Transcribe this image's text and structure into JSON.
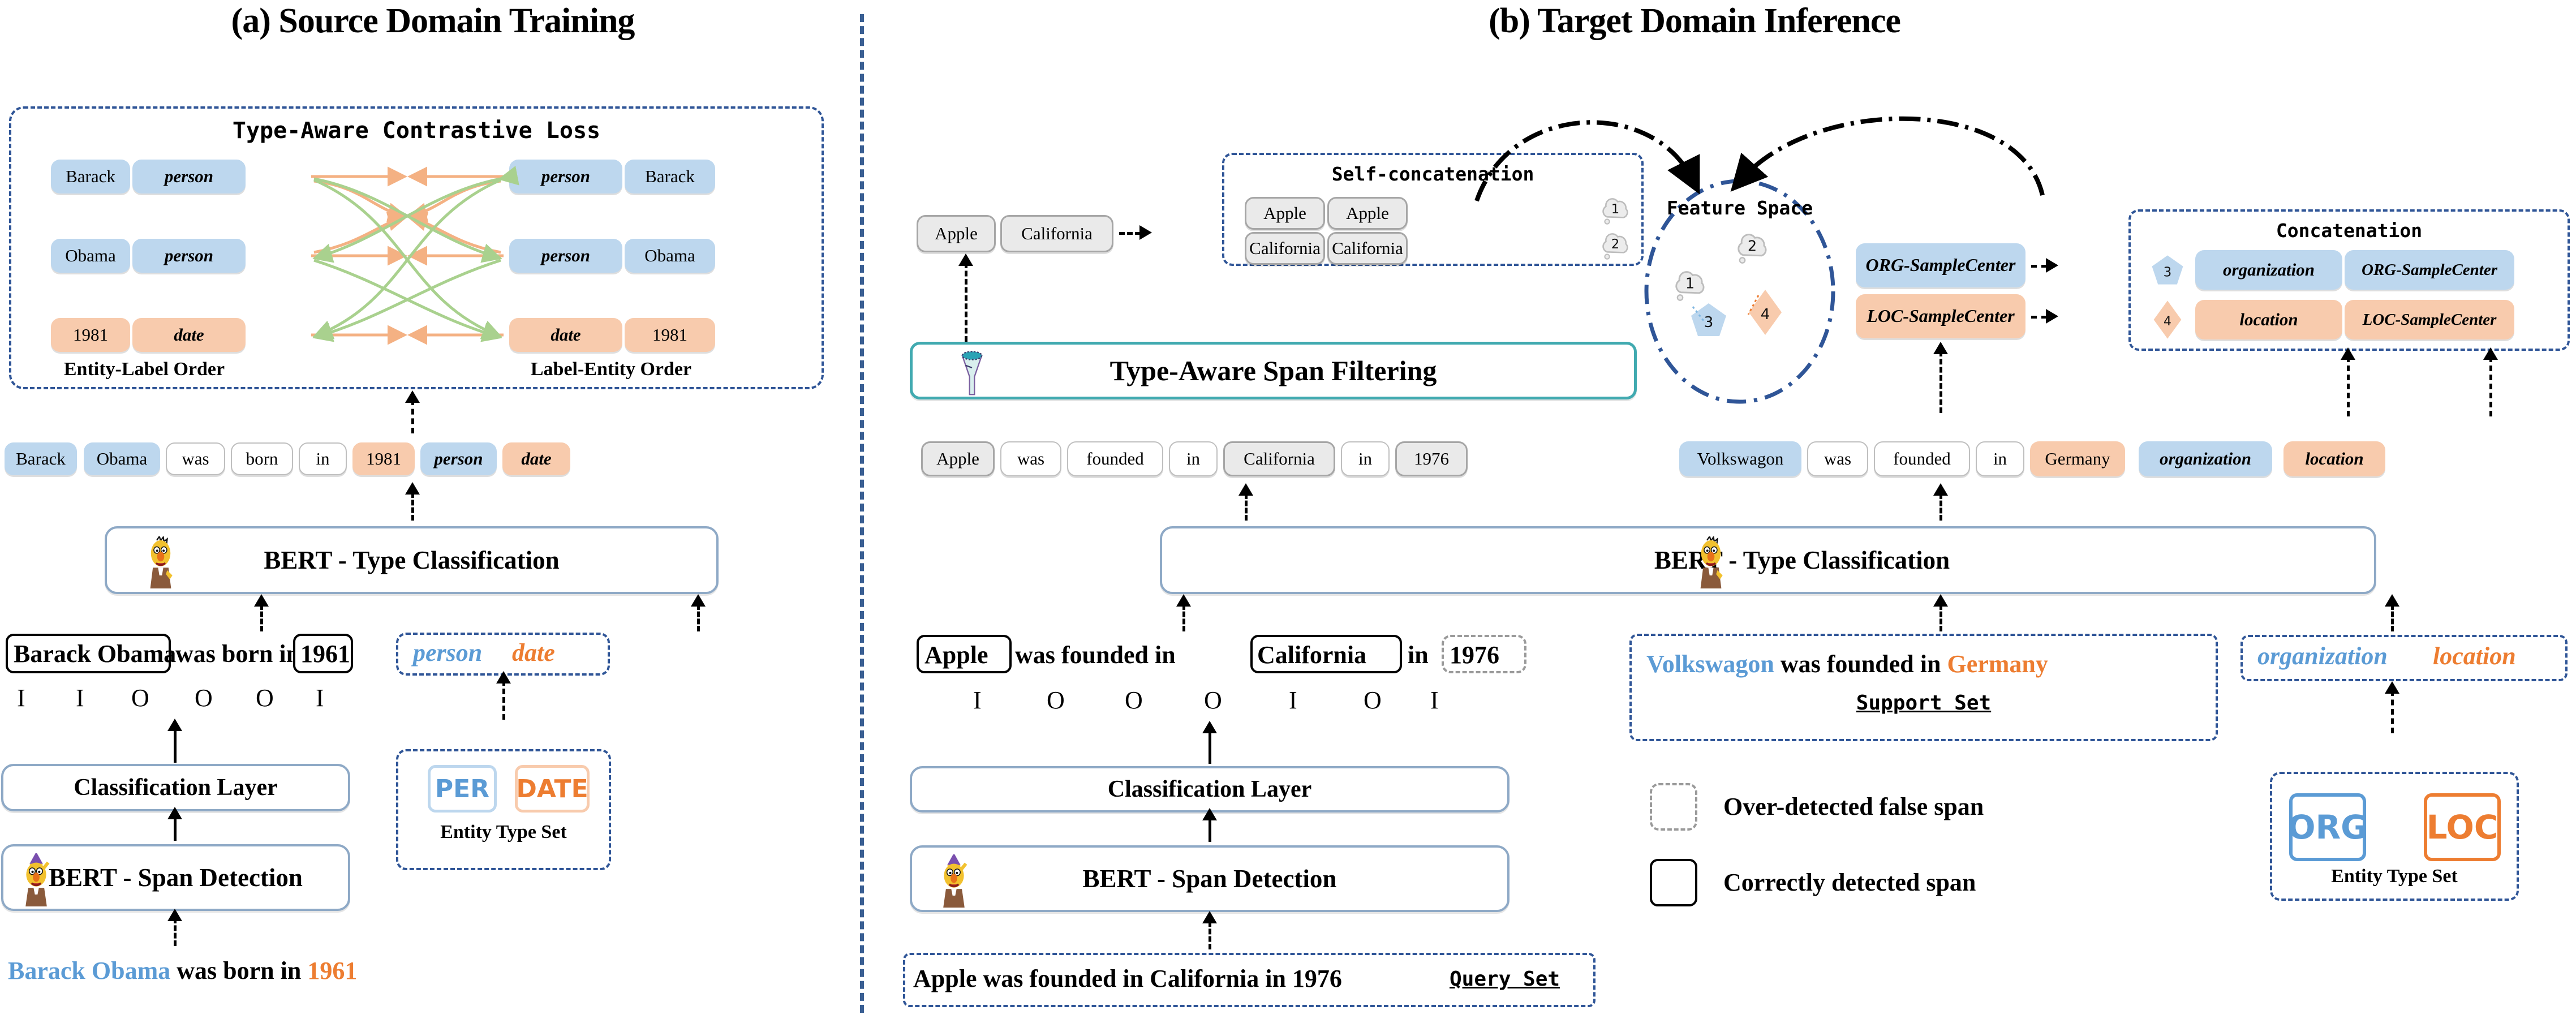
{
  "panels": {
    "a": {
      "title": "(a) Source Domain Training"
    },
    "b": {
      "title": "(b) Target Domain Inference"
    }
  },
  "contrastive": {
    "title": "Type-Aware Contrastive Loss",
    "left_caption": "Entity-Label Order",
    "right_caption": "Label-Entity Order",
    "left_rows": [
      {
        "entity": "Barack",
        "label": "person",
        "color": "#bdd7ee"
      },
      {
        "entity": "Obama",
        "label": "person",
        "color": "#bdd7ee"
      },
      {
        "entity": "1981",
        "label": "date",
        "color": "#f8cbad"
      }
    ],
    "right_rows": [
      {
        "label": "person",
        "entity": "Barack",
        "color": "#bdd7ee"
      },
      {
        "label": "person",
        "entity": "Obama",
        "color": "#bdd7ee"
      },
      {
        "label": "date",
        "entity": "1981",
        "color": "#f8cbad"
      }
    ],
    "positive_arrow_color": "#a9d18e",
    "negative_arrow_color": "#f4b183"
  },
  "source": {
    "token_row": [
      {
        "text": "Barack",
        "style": "blue"
      },
      {
        "text": "Obama",
        "style": "blue"
      },
      {
        "text": "was",
        "style": "white"
      },
      {
        "text": "born",
        "style": "white"
      },
      {
        "text": "in",
        "style": "white"
      },
      {
        "text": "1981",
        "style": "peach"
      },
      {
        "text": "person",
        "style": "blue",
        "italic": true
      },
      {
        "text": "date",
        "style": "peach",
        "italic": true
      }
    ],
    "type_classifier_label": "BERT - Type Classification",
    "span_detector_label": "BERT - Span Detection",
    "classification_layer_label": "Classification Layer",
    "detected_sentence": {
      "span1": "Barack Obama",
      "mid": "was born in",
      "span2": "1961"
    },
    "bio_tags": [
      "I",
      "I",
      "O",
      "O",
      "O",
      "I"
    ],
    "label_box": {
      "person": "person",
      "date": "date",
      "person_color": "#5b9bd5",
      "date_color": "#ed7d31"
    },
    "entity_type_set": {
      "caption": "Entity Type Set",
      "chips": [
        "PER",
        "DATE"
      ]
    },
    "input_sentence": {
      "entity": "Barack Obama",
      "mid": "was born in",
      "date": "1961"
    }
  },
  "target": {
    "filtered_spans": [
      "Apple",
      "California"
    ],
    "self_concat": {
      "title": "Self-concatenation",
      "rows": [
        {
          "left": "Apple",
          "right": "Apple",
          "index": "1"
        },
        {
          "left": "California",
          "right": "California",
          "index": "2"
        }
      ]
    },
    "span_filter_label": "Type-Aware Span Filtering",
    "feature_space": {
      "title": "Feature Space",
      "points": [
        {
          "id": "1",
          "shape": "cloud",
          "color": "#e7e7e7"
        },
        {
          "id": "2",
          "shape": "cloud",
          "color": "#e7e7e7"
        },
        {
          "id": "3",
          "shape": "pentagon",
          "color": "#bdd7ee"
        },
        {
          "id": "4",
          "shape": "diamond",
          "color": "#f8cbad"
        }
      ]
    },
    "sample_centers": [
      {
        "text": "ORG-SampleCenter",
        "color": "#bdd7ee"
      },
      {
        "text": "LOC-SampleCenter",
        "color": "#f8cbad"
      }
    ],
    "concatenation": {
      "title": "Concatenation",
      "rows": [
        {
          "index": "3",
          "shape": "pentagon",
          "label": "organization",
          "center": "ORG-SampleCenter",
          "color": "#bdd7ee"
        },
        {
          "index": "4",
          "shape": "diamond",
          "label": "location",
          "center": "LOC-SampleCenter",
          "color": "#f8cbad"
        }
      ]
    },
    "query_token_row": [
      {
        "text": "Apple",
        "style": "gray"
      },
      {
        "text": "was",
        "style": "white"
      },
      {
        "text": "founded",
        "style": "white"
      },
      {
        "text": "in",
        "style": "white"
      },
      {
        "text": "California",
        "style": "gray"
      },
      {
        "text": "in",
        "style": "white"
      },
      {
        "text": "1976",
        "style": "gray"
      }
    ],
    "support_token_row": [
      {
        "text": "Volkswagon",
        "style": "blue"
      },
      {
        "text": "was",
        "style": "white"
      },
      {
        "text": "founded",
        "style": "white"
      },
      {
        "text": "in",
        "style": "white"
      },
      {
        "text": "Germany",
        "style": "peach"
      },
      {
        "text": "organization",
        "style": "blue",
        "italic": true
      },
      {
        "text": "location",
        "style": "peach",
        "italic": true
      }
    ],
    "type_classifier_label": "BERT - Type Classification",
    "span_detector_label": "BERT - Span Detection",
    "classification_layer_label": "Classification Layer",
    "detected_sentence": {
      "span1": "Apple",
      "mid1": "was founded in",
      "span2": "California",
      "mid2": "in",
      "span3": "1976"
    },
    "bio_tags": [
      "I",
      "O",
      "O",
      "O",
      "I",
      "O",
      "I"
    ],
    "support_set": {
      "caption": "Support Set",
      "entity": "Volkswagon",
      "mid": "was founded in",
      "location": "Germany"
    },
    "query_set": {
      "caption": "Query Set",
      "sentence": "Apple was founded in California in 1976"
    },
    "legend": [
      {
        "style": "dashed",
        "text": "Over-detected false span"
      },
      {
        "style": "solid",
        "text": "Correctly detected span"
      }
    ],
    "label_box": {
      "organization": "organization",
      "location": "location",
      "organization_color": "#5b9bd5",
      "location_color": "#ed7d31"
    },
    "entity_type_set": {
      "caption": "Entity Type Set",
      "chips": [
        "ORG",
        "LOC"
      ]
    }
  }
}
